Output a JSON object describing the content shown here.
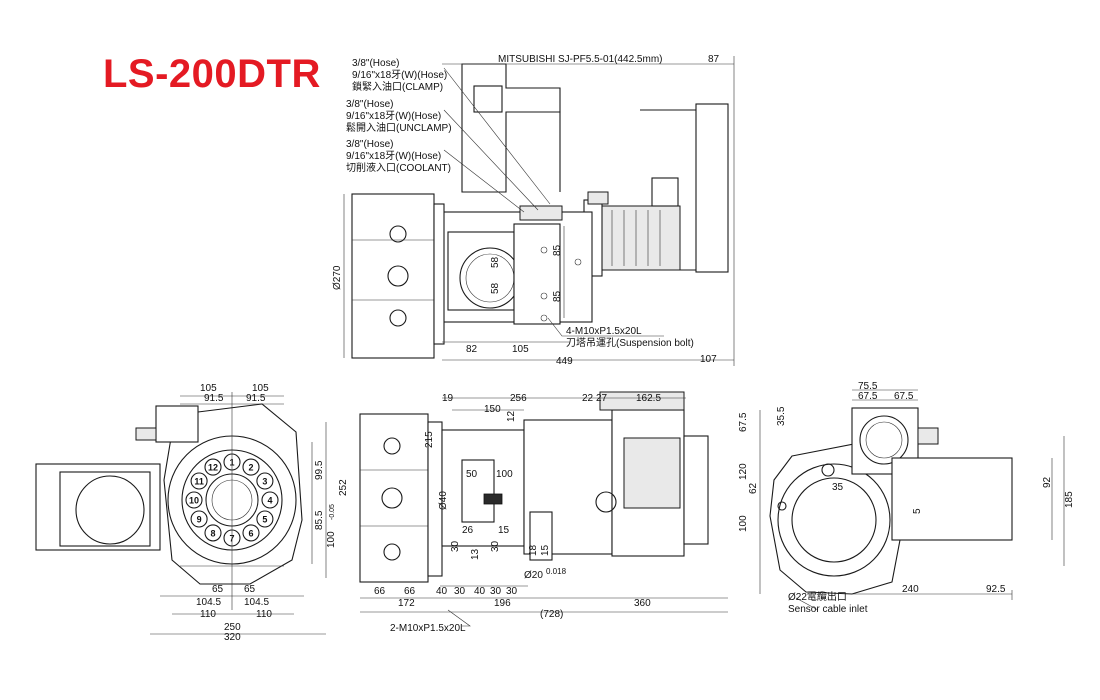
{
  "title": "LS-200DTR",
  "colors": {
    "title": "#e41a23",
    "line": "#1a1a1a"
  },
  "callouts": {
    "clamp": [
      "3/8\"(Hose)",
      "9/16\"x18牙(W)(Hose)",
      "鎖緊入油口(CLAMP)"
    ],
    "unclamp": [
      "3/8\"(Hose)",
      "9/16\"x18牙(W)(Hose)",
      "鬆開入油口(UNCLAMP)"
    ],
    "coolant": [
      "3/8\"(Hose)",
      "9/16\"x18牙(W)(Hose)",
      "切削液入口(COOLANT)"
    ],
    "suspension": [
      "4-M10xP1.5x20L",
      "刀塔吊運孔(Suspension bolt)"
    ],
    "bolt": "2-M10xP1.5x20L",
    "sensor": [
      "Ø22電纜出口",
      "Sensor cable inlet"
    ]
  },
  "motor_label": "MITSUBISHI SJ-PF5.5-01(442.5mm)",
  "dims": {
    "top": {
      "d87": "87",
      "d270": "Ø270",
      "d85a": "85",
      "d85b": "85",
      "d58a": "58",
      "d58b": "58",
      "d82": "82",
      "d105": "105",
      "d449": "449",
      "d107": "107"
    },
    "front": {
      "d105a": "105",
      "d105b": "105",
      "d915a": "91.5",
      "d915b": "91.5",
      "d995": "99.5",
      "d855": "85.5",
      "d100": "100",
      "tol": "-0.05",
      "d65a": "65",
      "d65b": "65",
      "d1045a": "104.5",
      "d1045b": "104.5",
      "d110a": "110",
      "d110b": "110",
      "d250": "250",
      "d320": "320"
    },
    "side": {
      "d252": "252",
      "d40": "Ø40",
      "d19": "19",
      "d256": "256",
      "d22": "22",
      "d27": "27",
      "d1625": "162.5",
      "d150": "150",
      "d12": "12",
      "d215": "215",
      "d50": "50",
      "d100": "100",
      "d26": "26",
      "d15": "15",
      "d1315": "13",
      "d30a": "30",
      "d30b": "30",
      "d1815": "18",
      "d15b": "15",
      "d20": "Ø20",
      "d018": "0.018",
      "b66a": "66",
      "b66b": "66",
      "b40a": "40",
      "b30a": "30",
      "b40b": "40",
      "b30b": "30",
      "b30c": "30",
      "b172": "172",
      "b196": "196",
      "b360": "360",
      "b728": "(728)"
    },
    "rear": {
      "d755": "75.5",
      "d675a": "67.5",
      "d675b": "67.5",
      "d675c": "67.5",
      "d355": "35.5",
      "d120": "120",
      "d62": "62",
      "d35": "35",
      "d5": "5",
      "d100": "100",
      "d92": "92",
      "d185": "185",
      "d240": "240",
      "d925": "92.5"
    }
  },
  "turret_numbers": [
    "1",
    "2",
    "3",
    "4",
    "5",
    "6",
    "7",
    "8",
    "9",
    "10",
    "11",
    "12"
  ]
}
